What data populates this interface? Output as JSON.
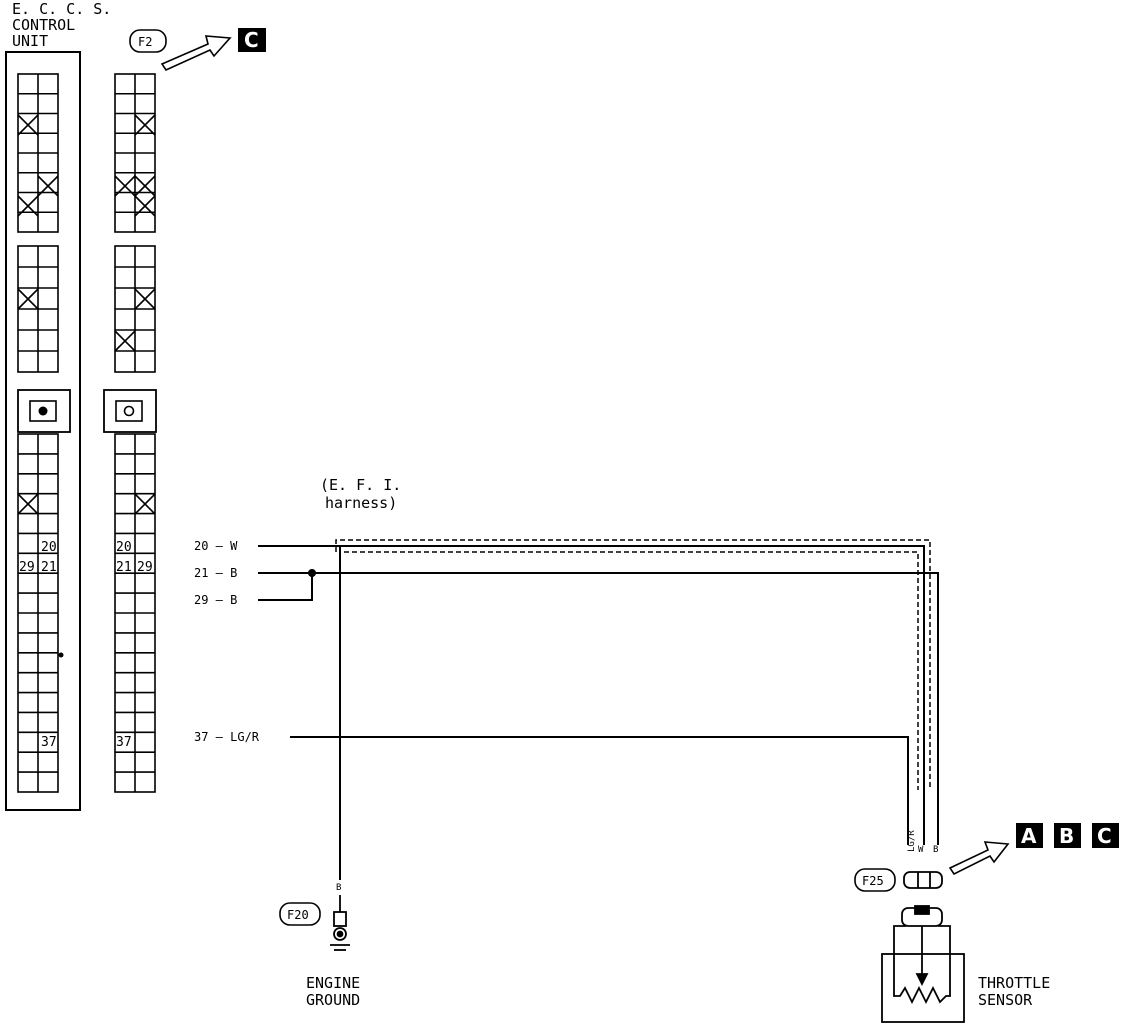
{
  "ecu": {
    "title_line1": "E. C. C. S.",
    "title_line2": "CONTROL",
    "title_line3": "UNIT"
  },
  "connectors": {
    "f2": "F2",
    "f20": "F20",
    "f25": "F25"
  },
  "refs": {
    "ecu_ref": "C",
    "sensor_ref_a": "A",
    "sensor_ref_b": "B",
    "sensor_ref_c": "C"
  },
  "harness": {
    "line1": "(E. F. I.",
    "line2": "harness)"
  },
  "pins": {
    "left": {
      "p20": "20",
      "p29": "29",
      "p21": "21",
      "p37": "37"
    },
    "right": {
      "p20": "20",
      "p21": "21",
      "p29": "29",
      "p37": "37"
    }
  },
  "wires": {
    "w20": "20 — W",
    "w21": "21 — B",
    "w29": "29 — B",
    "w37": "37 — LG/R",
    "ground_color": "B",
    "sensor_lg": "LG/R",
    "sensor_w": "W",
    "sensor_b": "B"
  },
  "ground": {
    "line1": "ENGINE",
    "line2": "GROUND"
  },
  "sensor": {
    "line1": "THROTTLE",
    "line2": "SENSOR"
  }
}
